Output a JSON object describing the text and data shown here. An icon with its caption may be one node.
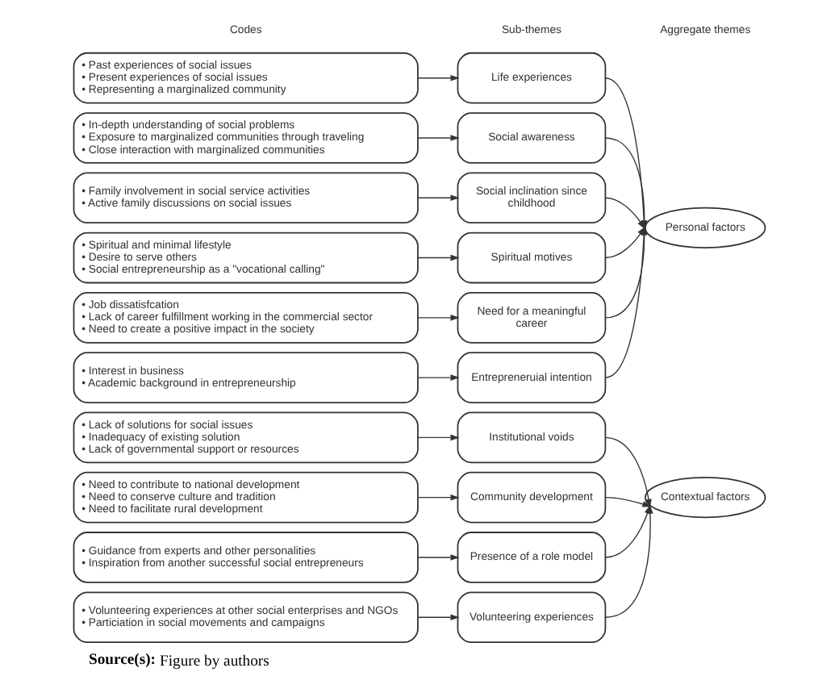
{
  "diagram": {
    "caption": "**Source(s):** Figure by authors",
    "nodes": [
      {
        "text": [
          "• Past experiences of social issues",
          "• Present experiences of social issues",
          "• Representing a marginalized community"
        ]
      },
      {
        "text": [
          "• In-depth understanding of social problems",
          "• Exposure to marginalized communities through traveling",
          "• Close interaction with marginalized communities"
        ]
      },
      {
        "text": [
          "• Family involvement in social service activities",
          "• Active family discussions on social issues"
        ]
      },
      {
        "text": [
          "• Spiritual and minimal lifestyle",
          "• Desire to serve others",
          "• Social entrepreneurship as a \"vocational calling\""
        ]
      },
      {
        "text": [
          "• Job dissatisfcation",
          "• Lack of career fulfillment working in the commercial sector",
          "• Need to create a positive impact in the society"
        ]
      },
      {
        "text": [
          "• Interest in business",
          "• Academic background in entrepreneurship"
        ]
      },
      {
        "text": [
          "• Lack of solutions for social issues",
          "• Inadequacy of existing solution",
          "• Lack of governmental support or resources"
        ]
      },
      {
        "text": [
          "• Need to contribute to national development",
          "• Need to conserve culture and tradition",
          "• Need to facilitate rural development"
        ]
      },
      {
        "text": [
          "• Guidance from experts and other personalities",
          "• Inspiration from another successful social entrepreneurs"
        ]
      },
      {
        "text": [
          "• Volunteering experiences at other social enterprises and NGOs",
          "• Particiation in social movements and campaigns"
        ]
      },
      {
        "text": [
          "Life experiences"
        ]
      },
      {
        "text": [
          "Social awareness"
        ]
      },
      {
        "text": [
          "Social inclination since childhood"
        ]
      },
      {
        "text": [
          "Spiritual motives"
        ]
      },
      {
        "text": [
          "Need for a meaningful career"
        ]
      },
      {
        "text": [
          "Entrepreneruial intention"
        ]
      },
      {
        "text": [
          "Institutional voids"
        ]
      },
      {
        "text": [
          "Community development"
        ]
      },
      {
        "text": [
          "Presence of a role model"
        ]
      },
      {
        "text": [
          "Volunteering experiences"
        ]
      },
      {
        "text": [
          "Personal factors"
        ]
      },
      {
        "text": [
          "Contextual factors"
        ]
      }
    ],
    "edges": [
      {
        "from": 0,
        "to": 10,
        "arrow": "to"
      },
      {
        "from": 1,
        "to": 11,
        "arrow": "to"
      },
      {
        "from": 2,
        "to": 12,
        "arrow": "to"
      },
      {
        "from": 3,
        "to": 13,
        "arrow": "to"
      },
      {
        "from": 4,
        "to": 14,
        "arrow": "to"
      },
      {
        "from": 5,
        "to": 15,
        "arrow": "to"
      },
      {
        "from": 6,
        "to": 16,
        "arrow": "to"
      },
      {
        "from": 7,
        "to": 17,
        "arrow": "to"
      },
      {
        "from": 8,
        "to": 18,
        "arrow": "to"
      },
      {
        "from": 9,
        "to": 19,
        "arrow": "to"
      },
      {
        "from": 10,
        "to": 20,
        "arrow": "to"
      },
      {
        "from": 11,
        "to": 20,
        "arrow": "to"
      },
      {
        "from": 12,
        "to": 20,
        "arrow": "to"
      },
      {
        "from": 13,
        "to": 20,
        "arrow": "to"
      },
      {
        "from": 14,
        "to": 20,
        "arrow": "to"
      },
      {
        "from": 15,
        "to": 20,
        "arrow": "to"
      },
      {
        "from": 16,
        "to": 21,
        "arrow": "to"
      },
      {
        "from": 17,
        "to": 21,
        "arrow": "to"
      },
      {
        "from": 18,
        "to": 21,
        "arrow": "to"
      },
      {
        "from": 19,
        "to": 21,
        "arrow": "to"
      }
    ],
    "labels": [
      "Codes",
      "Sub-themes",
      "Aggregate themes"
    ]
  }
}
